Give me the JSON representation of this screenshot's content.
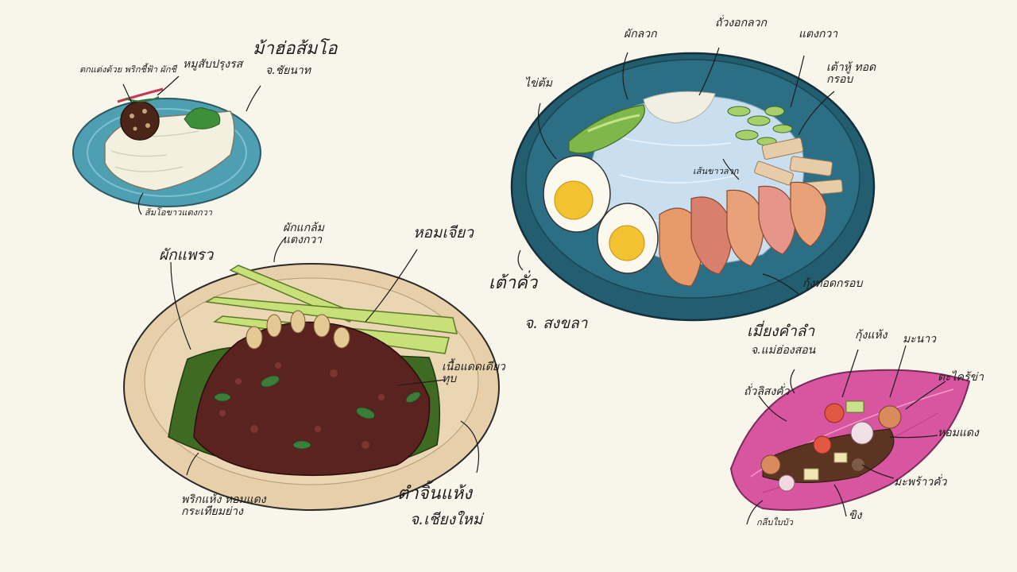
{
  "dishes": {
    "mahor": {
      "title": "ม้าฮ่อส้มโอ",
      "province": "จ.ชัยนาท",
      "labels": {
        "garnish": "ตกแต่งด้วย พริกชี้ฟ้า ผักชี",
        "pork": "หมูสับปรุงรส",
        "pomelo": "ส้มโอขาวแตงกวา"
      }
    },
    "khaokhua": {
      "title": "เต้าคั่ว",
      "province": "จ. สงขลา",
      "labels": {
        "egg": "ไข่ต้ม",
        "sprouts": "ผักลวก",
        "peanut": "ถั่วงอกลวก",
        "cucumber": "แตงกวา",
        "tofu": "เต้าหู้ ทอดกรอบ",
        "noodle": "เส้นขาวลวก",
        "shrimp": "กุ้งทอดกรอบ"
      }
    },
    "larb": {
      "title": "ตำจิ้นแห้ง",
      "province": "จ.เชียงใหม่",
      "labels": {
        "herbs": "ผักแพรว",
        "cucumber": "ผักแกล้ม แตงกวา",
        "scallion": "หอมเจียว",
        "beef": "เนื้อแดดเดียว ทุบ",
        "chili": "พริกแห้ง หอมแดง กระเทียมย่าง"
      }
    },
    "miang": {
      "title": "เมี่ยงคำลำ",
      "province": "จ.แม่ฮ่องสอน",
      "labels": {
        "peanut": "ถั่วลิสงคั่ว",
        "shrimp": "กุ้งแห้ง",
        "lime": "มะนาว",
        "galangal": "ตะไคร้ข่า",
        "shallot": "หอมแดง",
        "coconut": "มะพร้าวคั่ว",
        "leaf": "กลีบใบบัว",
        "ginger": "ขิง"
      }
    }
  }
}
